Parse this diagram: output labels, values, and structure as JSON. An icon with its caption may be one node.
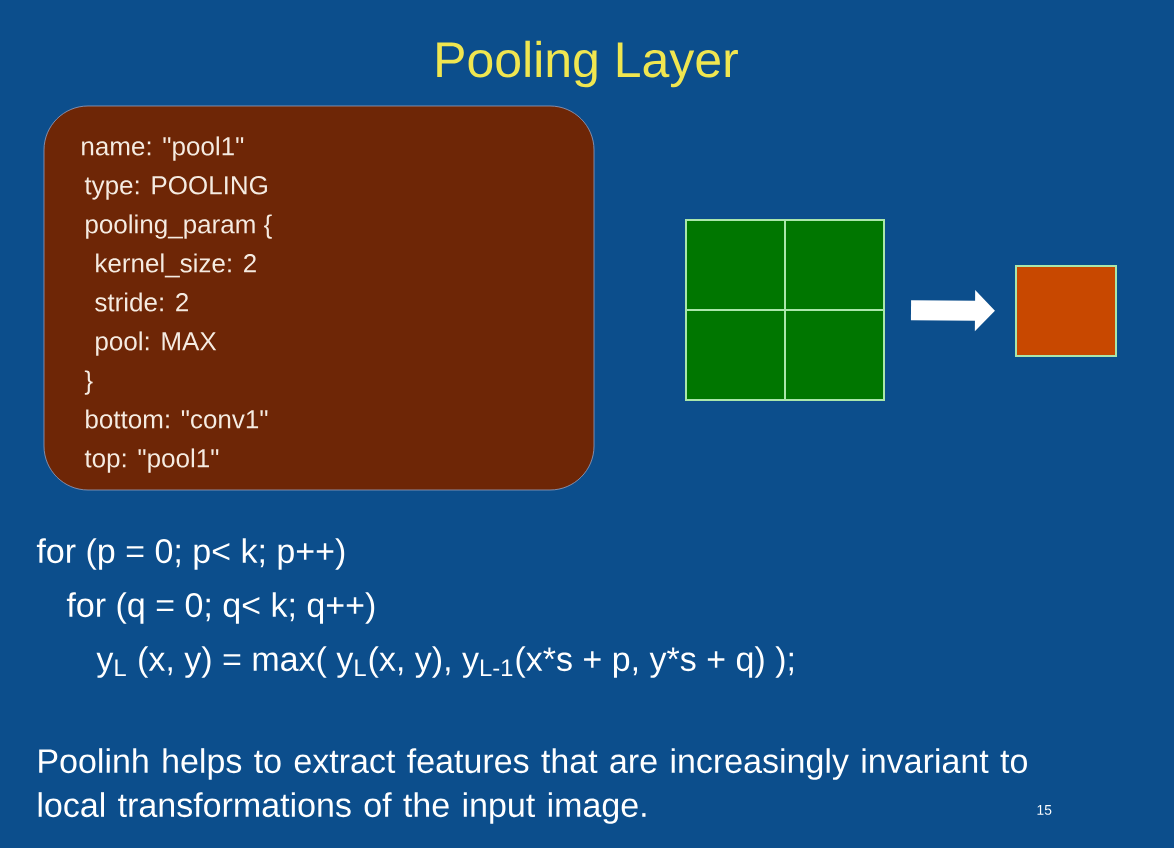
{
  "diagram": {
    "title": "Pooling Layer",
    "nodes": [
      {
        "text": [
          "name: \"pool1\"",
          "type: POOLING",
          "pooling_param {",
          "kernel_size: 2",
          "stride: 2",
          "pool: MAX",
          "}",
          "bottom: \"conv1\"",
          "top: \"pool1\""
        ]
      },
      {
        "text": [],
        "shape": "box"
      },
      {
        "text": [],
        "shape": "box"
      }
    ],
    "edges": [
      {
        "from": 1,
        "to": 2,
        "arrow": "to"
      }
    ],
    "labels": [
      "for (p = 0; p< k; p++)",
      "for (q = 0;  q< k; q++)",
      "y$_{L}$ (x, y) = max(  y$_{L}$(x, y),  y$_{L-1}$(x*s + p, y*s + q) );",
      "Poolinh helps to  extract features that are increasingly invariant to local transformations of the input image.",
      "15"
    ]
  }
}
